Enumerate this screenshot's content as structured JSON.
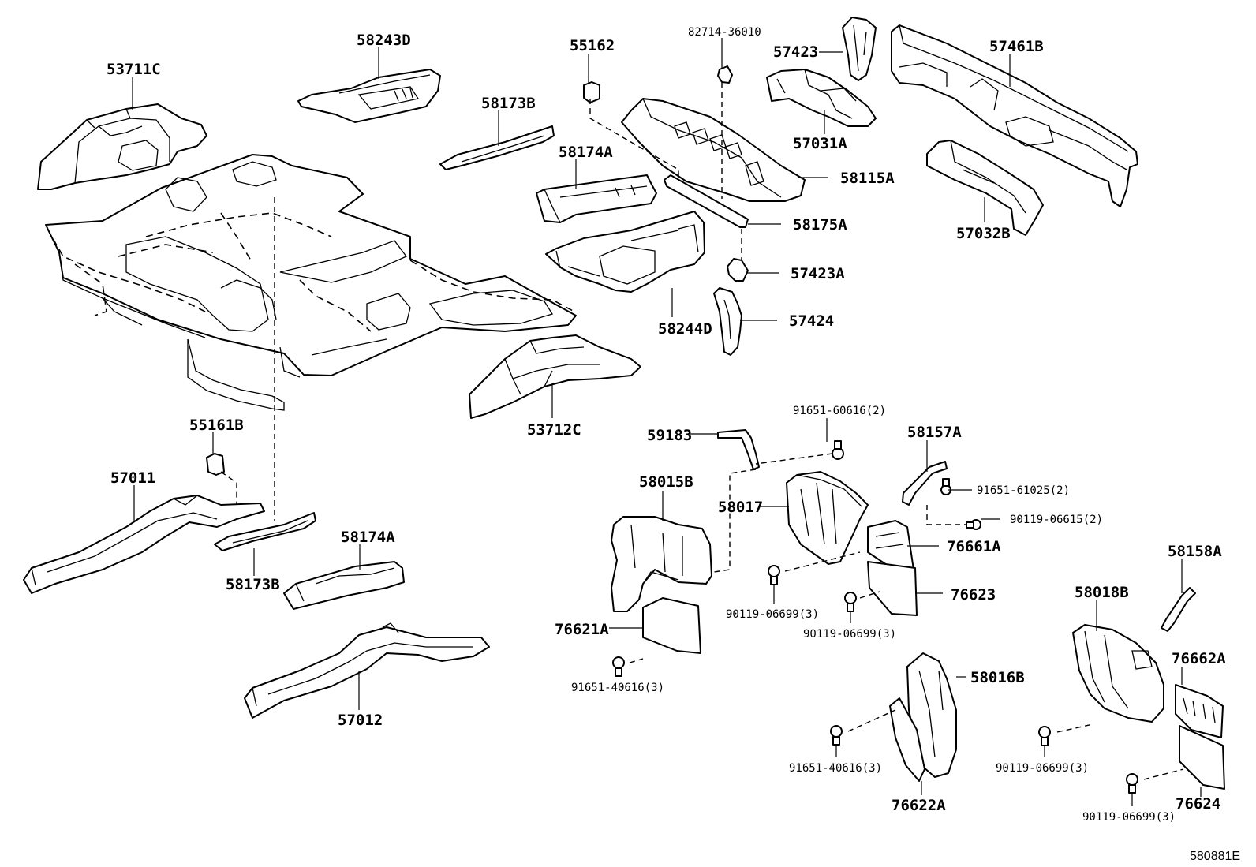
{
  "labels": {
    "l53711C": "53711C",
    "l58243D": "58243D",
    "l82714": "82714-36010",
    "l55162": "55162",
    "l58173B_top": "58173B",
    "l58174A_top": "58174A",
    "l57423": "57423",
    "l57461B": "57461B",
    "l57031A": "57031A",
    "l58115A": "58115A",
    "l58175A": "58175A",
    "l57032B": "57032B",
    "l57423A": "57423A",
    "l58244D": "58244D",
    "l57424": "57424",
    "l53712C": "53712C",
    "l55161B": "55161B",
    "l57011": "57011",
    "l58174A_bot": "58174A",
    "l58173B_bot": "58173B",
    "l57012": "57012",
    "l59183": "59183",
    "l91651_60616": "91651-60616(2)",
    "l58157A": "58157A",
    "l91651_61025": "91651-61025(2)",
    "l90119_06615": "90119-06615(2)",
    "l58015B": "58015B",
    "l58017": "58017",
    "l76661A": "76661A",
    "l76623": "76623",
    "l90119_06699_a": "90119-06699(3)",
    "l90119_06699_b": "90119-06699(3)",
    "l76621A": "76621A",
    "l91651_40616_a": "91651-40616(3)",
    "l58158A": "58158A",
    "l58018B": "58018B",
    "l76662A": "76662A",
    "l58016B": "58016B",
    "l91651_40616_b": "91651-40616(3)",
    "l90119_06699_c": "90119-06699(3)",
    "l76622A": "76622A",
    "l76624": "76624",
    "l90119_06699_d": "90119-06699(3)"
  },
  "diagram_id": "580881E"
}
